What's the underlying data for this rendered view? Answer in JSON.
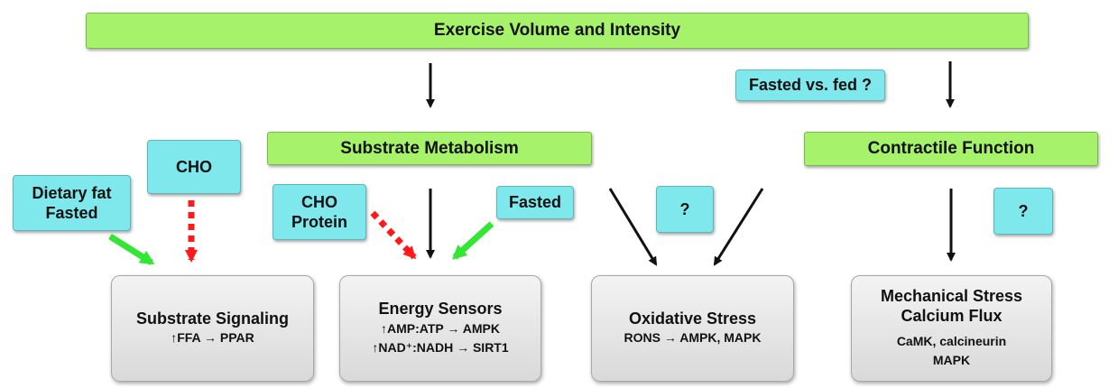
{
  "top": {
    "title": "Exercise Volume and Intensity"
  },
  "green_boxes": {
    "substrate_metabolism": "Substrate Metabolism",
    "contractile_function": "Contractile Function"
  },
  "cyan_boxes": {
    "fasted_vs_fed": "Fasted vs. fed ?",
    "cho": "CHO",
    "dietary_fat": [
      "Dietary fat",
      "Fasted"
    ],
    "cho_protein": [
      "CHO",
      "Protein"
    ],
    "fasted": "Fasted",
    "question_oxidative": "?",
    "question_mechanical": "?"
  },
  "outcome_boxes": {
    "substrate_signaling": {
      "title": "Substrate Signaling",
      "lines": [
        "↑FFA → PPAR"
      ]
    },
    "energy_sensors": {
      "title": "Energy Sensors",
      "lines": [
        "↑AMP:ATP → AMPK",
        "↑NAD⁺:NADH → SIRT1"
      ]
    },
    "oxidative_stress": {
      "title": "Oxidative Stress",
      "lines": [
        "RONS → AMPK, MAPK"
      ]
    },
    "mechanical_stress": {
      "title_lines": [
        "Mechanical Stress",
        "Calcium Flux"
      ],
      "lines": [
        "CaMK, calcineurin",
        "MAPK"
      ]
    }
  },
  "colors": {
    "green_box": "#a6f26b",
    "cyan_box": "#7ee8ec",
    "outcome_box": "#e3e3e3",
    "arrow_black": "#111111",
    "arrow_red": "#ff1a1a",
    "arrow_green": "#33e633"
  }
}
